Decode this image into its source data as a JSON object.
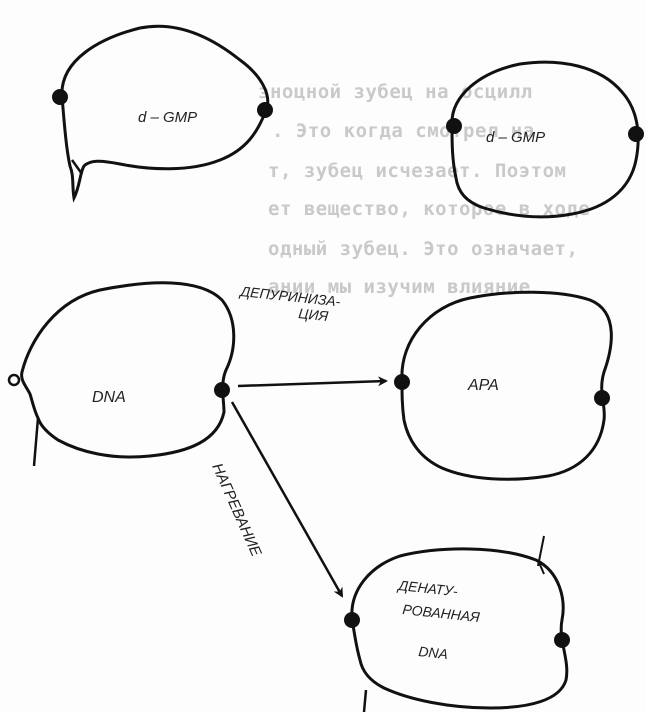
{
  "background_text": [
    "зноцной зубец на осцилл",
    ". Это когда смотрел на",
    "т, зубец исчезает. Поэтом",
    "ет вещество, которое в ходе",
    "одный зубец. Это означает,",
    "ании мы изучим влияние"
  ],
  "nodes": {
    "dgmp_top_left": "d – GMP",
    "dgmp_top_right": "d – GMP",
    "dna": "DNA",
    "apa": "APA",
    "denatured_line1": "ДЕНАТУ-",
    "denatured_line2": "РОВАННАЯ",
    "denatured_line3": "DNA"
  },
  "arrows": {
    "depurination_line1": "ДЕПУРИНИЗА-",
    "depurination_line2": "ЦИЯ",
    "heating": "НАГРЕВАНИЕ"
  },
  "colors": {
    "ink": "#111111",
    "background_text": "#c9c9c9"
  }
}
